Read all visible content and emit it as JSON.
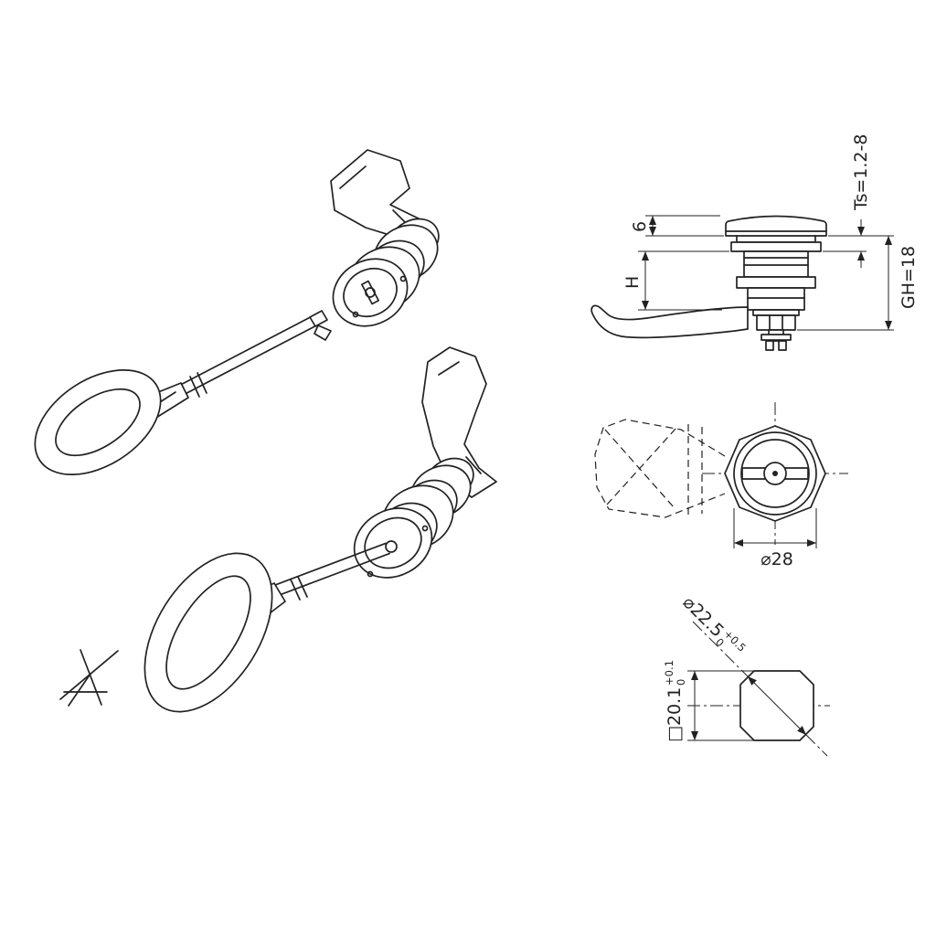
{
  "labels": {
    "cap_height": "6",
    "height": "H",
    "panel_thickness": "Ts=1.2-8",
    "grip_height": "GH=18",
    "head_diameter": "⌀28",
    "cutout_diameter": "⌀22.5",
    "cutout_diameter_tol_upper": "+0.5",
    "cutout_diameter_tol_lower": "0",
    "cutout_square": "□20.1",
    "cutout_square_tol_upper": "+0.1",
    "cutout_square_tol_lower": "0"
  },
  "colors": {
    "ink": "#222222",
    "background": "#ffffff"
  }
}
